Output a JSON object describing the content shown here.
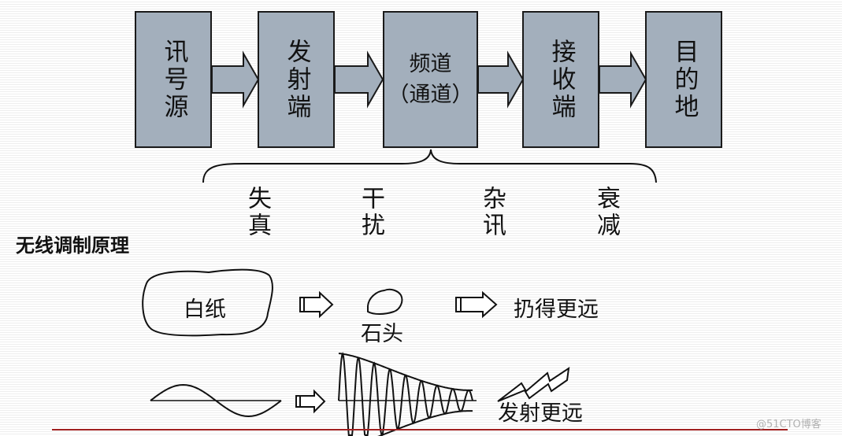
{
  "blocks": {
    "source": "讯号源",
    "transmitter": "发射端",
    "channel_line1": "频道",
    "channel_line2": "（通道）",
    "receiver": "接收端",
    "destination": "目的地"
  },
  "impairments": [
    "失真",
    "干扰",
    "杂讯",
    "衰减"
  ],
  "modulation": {
    "title": "无线调制原理",
    "paper_label": "白纸",
    "stone_label": "石头",
    "throw_farther": "扔得更远",
    "transmit_farther": "发射更远"
  },
  "watermark": "@51CTO博客",
  "colors": {
    "box_fill": "#a3afbc",
    "red_line": "#a02020"
  }
}
